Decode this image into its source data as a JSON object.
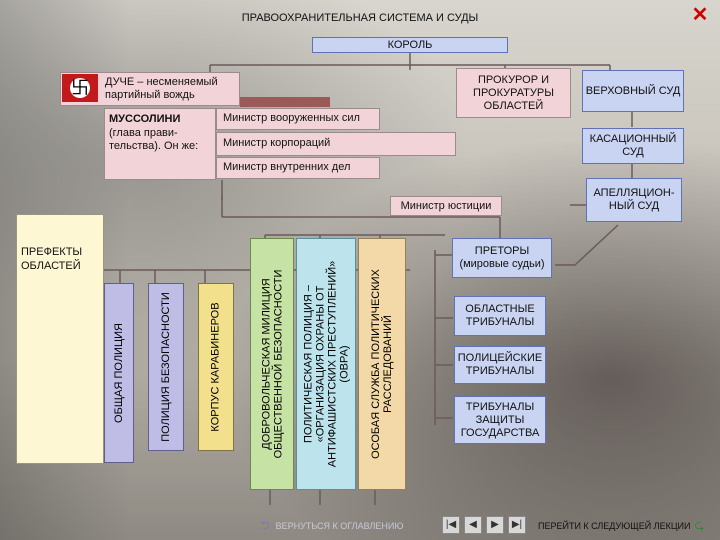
{
  "title": "ПРАВООХРАНИТЕЛЬНАЯ СИСТЕМА И СУДЫ",
  "king": "КОРОЛЬ",
  "duce": "ДУЧЕ – несменяемый партийный вождь",
  "mussolini": {
    "name": "МУССОЛИНИ",
    "desc": "(глава прави-тельства). Он же:"
  },
  "ministers": {
    "armed": "Министр вооруженных сил",
    "corp": "Министр корпораций",
    "interior": "Министр внутренних дел",
    "justice": "Министр юстиции"
  },
  "prosecutor": "ПРОКУРОР И ПРОКУРАТУРЫ ОБЛАСТЕЙ",
  "courts": {
    "supreme": "ВЕРХОВНЫЙ СУД",
    "cassation": "КАСАЦИОННЫЙ СУД",
    "appeal": "АПЕЛЛЯЦИОН-НЫЙ СУД",
    "praetors": "ПРЕТОРЫ (мировые судьи)",
    "regional": "ОБЛАСТНЫЕ ТРИБУНАЛЫ",
    "police": "ПОЛИЦЕЙСКИЕ ТРИБУНАЛЫ",
    "state": "ТРИБУНАЛЫ ЗАЩИТЫ ГОСУДАРСТВА"
  },
  "prefects": "ПРЕФЕКТЫ ОБЛАСТЕЙ",
  "columns": {
    "general_police": "ОБЩАЯ ПОЛИЦИЯ",
    "security_police": "ПОЛИЦИЯ БЕЗОПАСНОСТИ",
    "carabinieri": "КОРПУС КАРАБИНЕРОВ",
    "militia_1": "ДОБРОВОЛЬЧЕСКАЯ МИЛИЦИЯ",
    "militia_2": "ОБЩЕСТВЕННОЙ БЕЗОПАСНОСТИ",
    "ovra_1": "ПОЛИТИЧЕСКАЯ ПОЛИЦИЯ –",
    "ovra_2": "«ОРГАНИЗАЦИЯ ОХРАНЫ ОТ",
    "ovra_3": "АНТИФАШИСТСКИХ ПРЕСТУПЛЕНИЙ»",
    "ovra_4": "(ОВРА)",
    "special_1": "ОСОБАЯ СЛУЖБА ПОЛИТИЧЕСКИХ",
    "special_2": "РАССЛЕДОВАНИЙ"
  },
  "nav": {
    "back": "ВЕРНУТЬСЯ К ОГЛАВЛЕНИЮ",
    "next": "ПЕРЕЙТИ К СЛЕДУЮЩЕЙ ЛЕКЦИИ"
  },
  "colors": {
    "close": "#d10000",
    "line": "#6a5a5a"
  }
}
